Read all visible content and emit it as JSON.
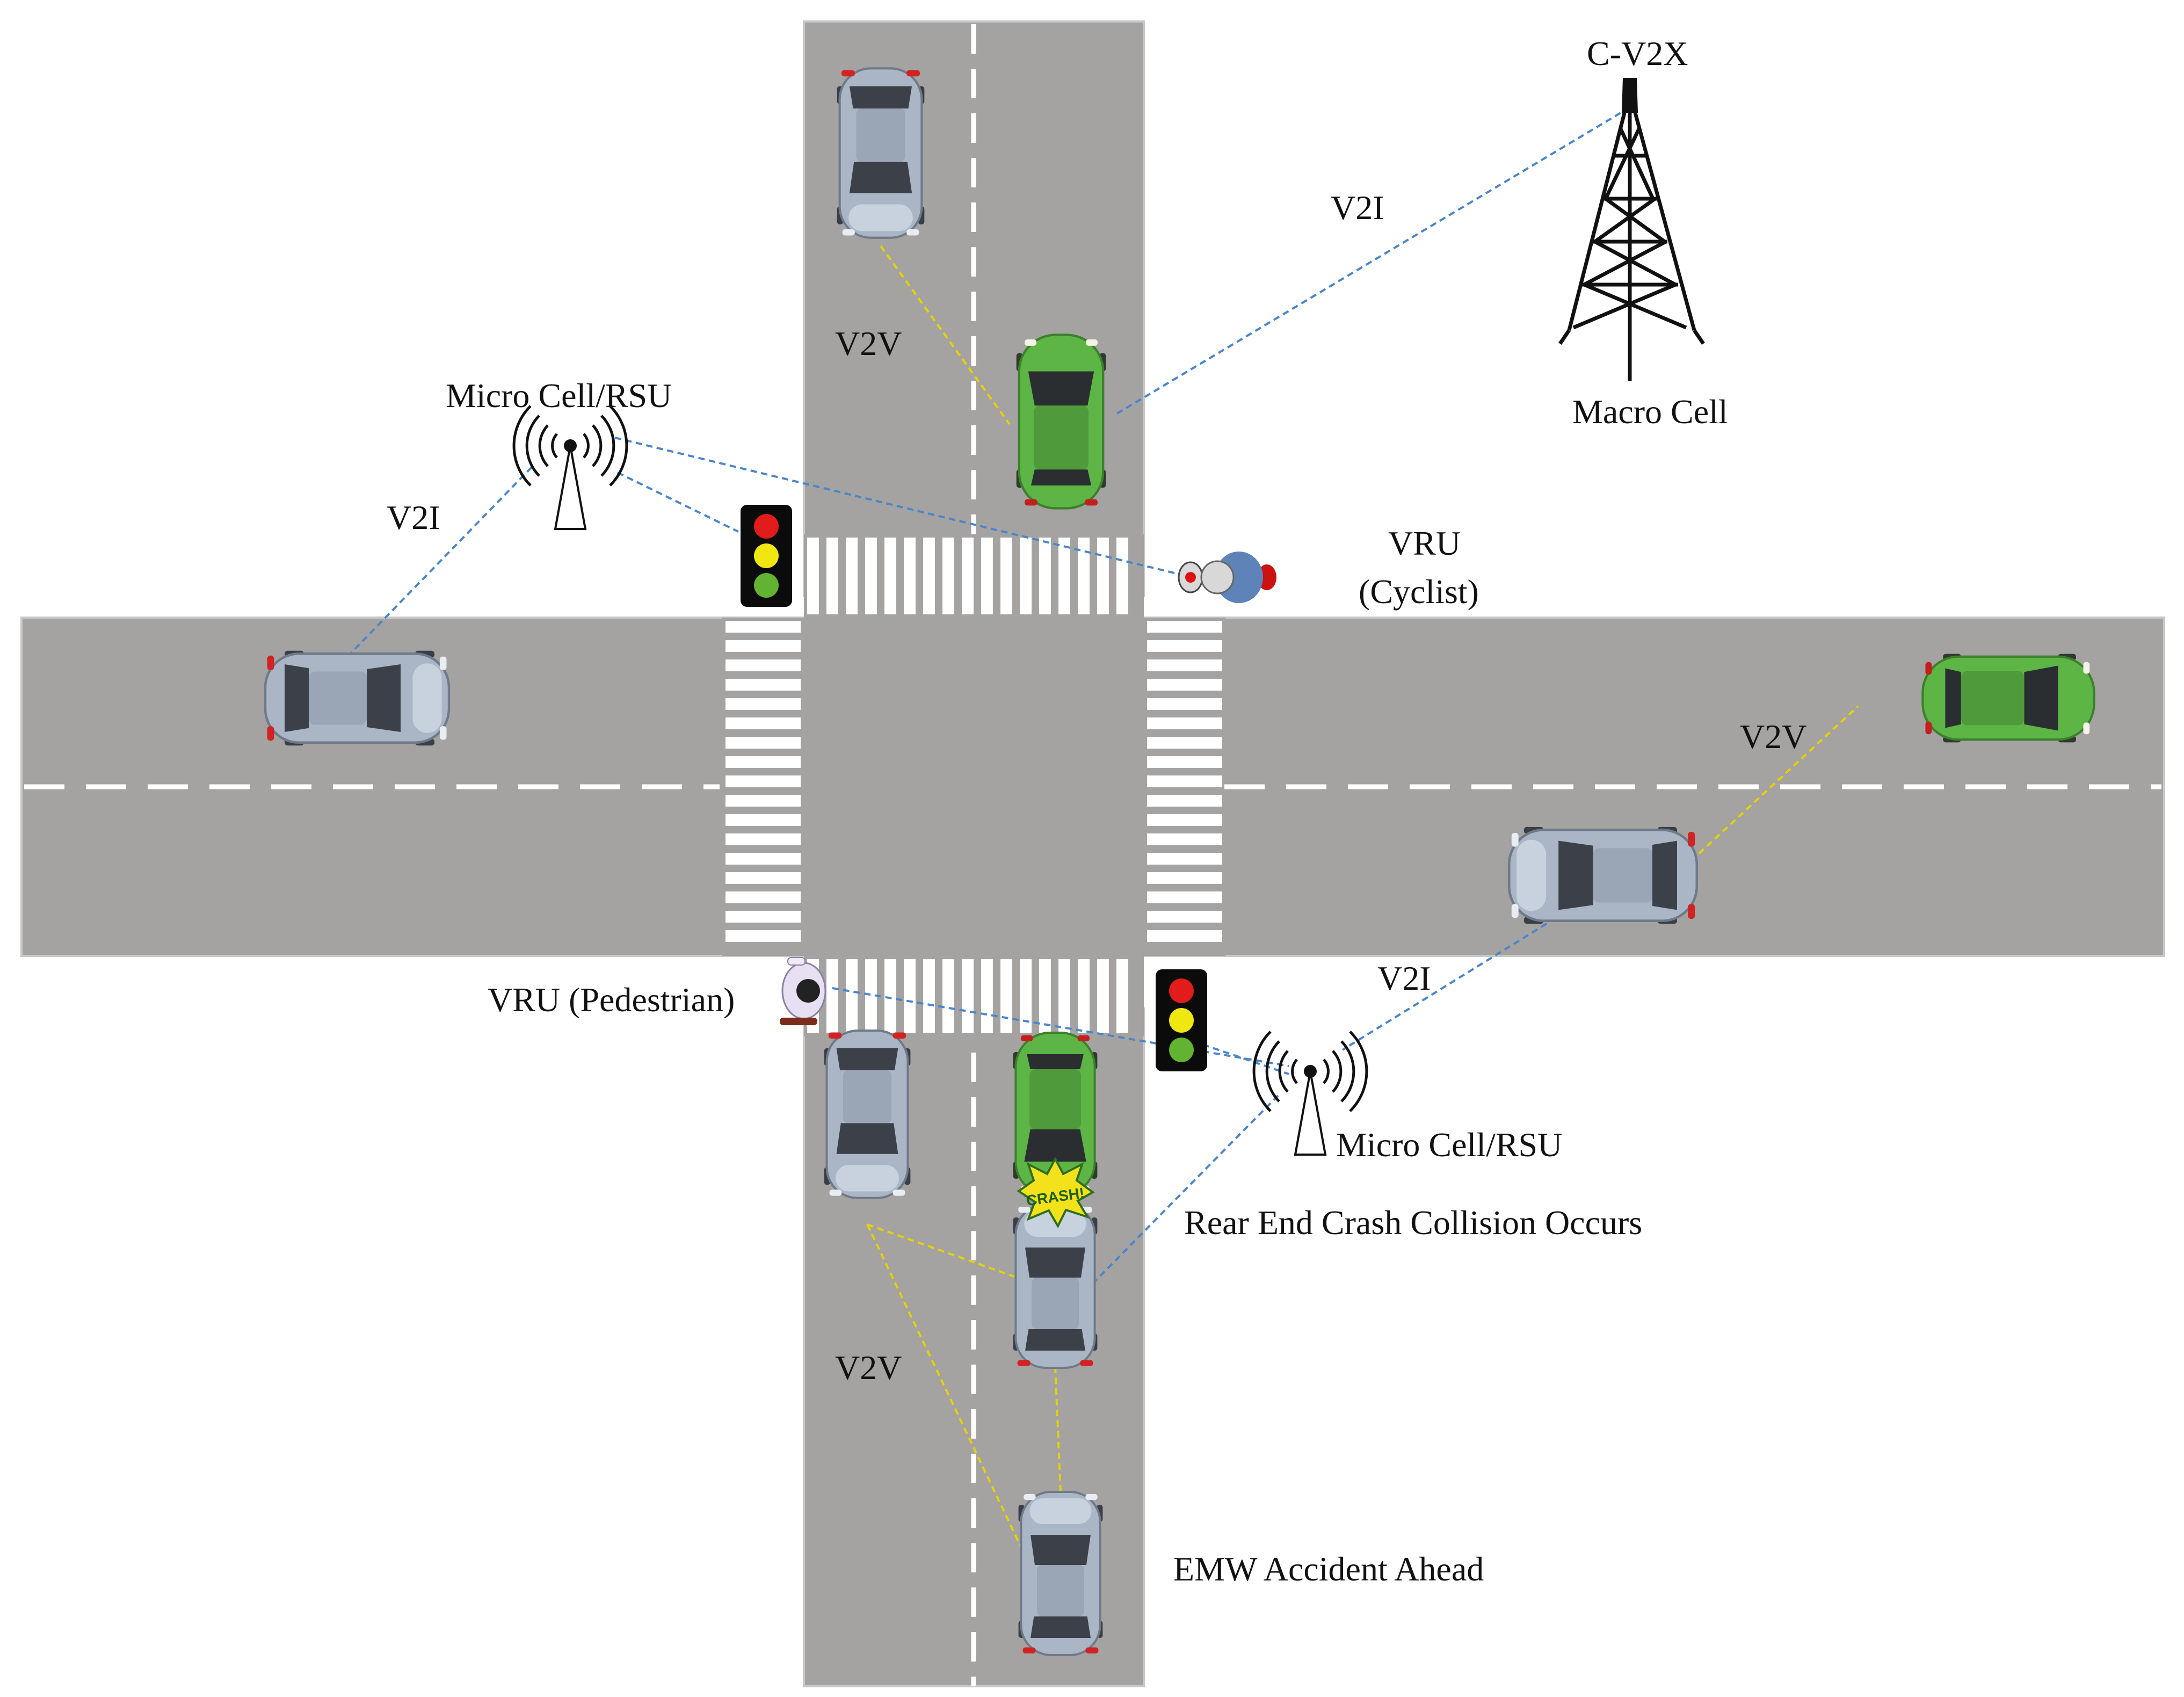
{
  "labels": {
    "c_v2x": "C-V2X",
    "macro_cell": "Macro Cell",
    "micro_cell_top": "Micro Cell/RSU",
    "micro_cell_bottom": "Micro Cell/RSU",
    "vru_cyclist_line1": "VRU",
    "vru_cyclist_line2": "(Cyclist)",
    "vru_pedestrian": "VRU (Pedestrian)",
    "v2v_top": "V2V",
    "v2i_top": "V2I",
    "v2i_left": "V2I",
    "v2v_right": "V2V",
    "v2i_bottom": "V2I",
    "v2v_bottom": "V2V",
    "rear_end": "Rear End Crash Collision Occurs",
    "emw": "EMW Accident Ahead",
    "crash_badge": "CRASH!"
  },
  "colors": {
    "road": "#a5a2a2",
    "marking": "#ffffff",
    "v2v_link": "#e6d200",
    "v2i_link": "#4a86c8",
    "car_silver": "#aab6c6",
    "car_green": "#5cb545",
    "light_red": "#e21b1b",
    "light_yellow": "#f0e610",
    "light_green": "#62b331"
  },
  "icons": [
    "cell-tower-icon",
    "rsu-antenna-icon",
    "traffic-light-icon",
    "car-icon",
    "cyclist-icon",
    "pedestrian-icon",
    "crash-burst-icon"
  ]
}
